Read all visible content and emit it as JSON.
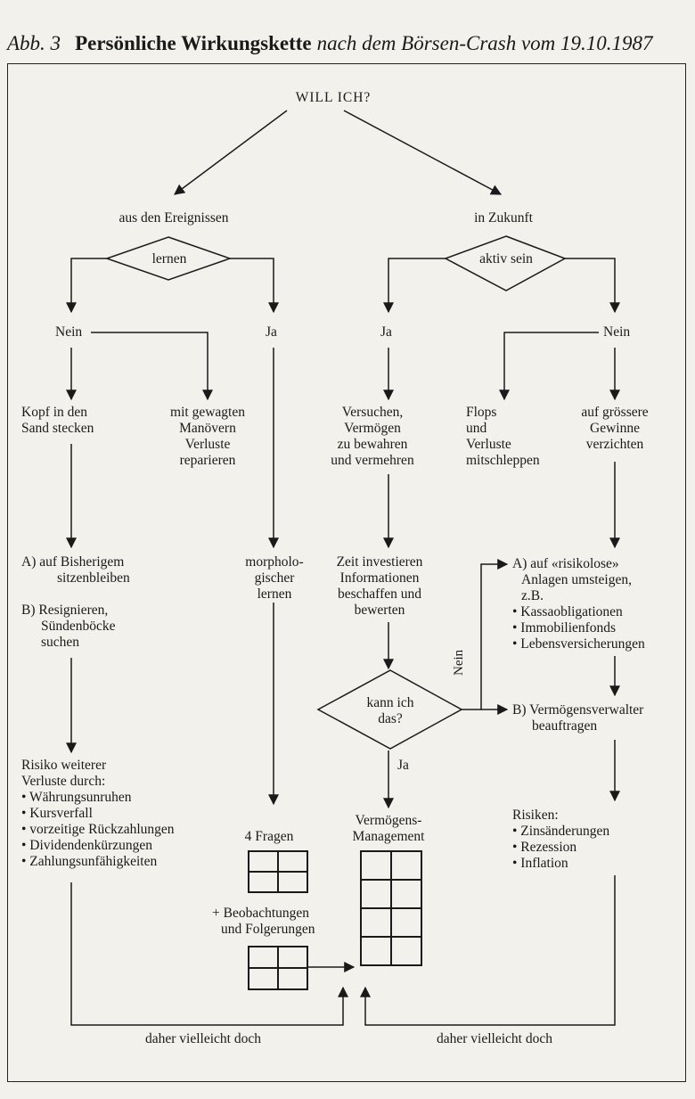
{
  "title": {
    "abb": "Abb. 3",
    "main": "Persönliche Wirkungskette",
    "sub": "nach dem Börsen-Crash vom 19.10.1987"
  },
  "nodes": {
    "will": "WILL ICH?",
    "ereignisse": "aus den Ereignissen",
    "zukunft": "in Zukunft",
    "lernen": "lernen",
    "aktiv": "aktiv sein",
    "nein_left": "Nein",
    "ja_left": "Ja",
    "ja_right": "Ja",
    "nein_right": "Nein",
    "kopf": [
      "Kopf in den",
      "Sand stecken"
    ],
    "gewagt": [
      "mit gewagten",
      "Manövern",
      "Verluste",
      "reparieren"
    ],
    "versuchen": [
      "Versuchen,",
      "Vermögen",
      "zu bewahren",
      "und vermehren"
    ],
    "flops": [
      "Flops",
      "und",
      "Verluste",
      "mitschleppen"
    ],
    "gewinne": [
      "auf grössere",
      "Gewinne",
      "verzichten"
    ],
    "a_bisher": [
      "A) auf Bisherigem",
      "sitzenbleiben"
    ],
    "b_resig": [
      "B) Resignieren,",
      "Sündenböcke",
      "suchen"
    ],
    "morpho": [
      "morpholo-",
      "gischer",
      "lernen"
    ],
    "zeit": [
      "Zeit investieren",
      "Informationen",
      "beschaffen und",
      "bewerten"
    ],
    "a_risiko": [
      "A) auf «risikolose»",
      "Anlagen umsteigen,",
      "z.B."
    ],
    "a_list": [
      "• Kassaobligationen",
      "• Immobilienfonds",
      "• Lebensversicherungen"
    ],
    "kann": [
      "kann ich",
      "das?"
    ],
    "nein_kann": "Nein",
    "ja_kann": "Ja",
    "b_verm": [
      "B) Vermögensverwalter",
      "beauftragen"
    ],
    "risiko_left": [
      "Risiko weiterer",
      "Verluste durch:"
    ],
    "risiko_list": [
      "• Währungsunruhen",
      "• Kursverfall",
      "• vorzeitige Rückzahlungen",
      "• Dividendenkürzungen",
      "• Zahlungsunfähigkeiten"
    ],
    "fragen": "4 Fragen",
    "beob": [
      "+ Beobachtungen",
      "und Folgerungen"
    ],
    "vmgmt": [
      "Vermögens-",
      "Management"
    ],
    "risiken": "Risiken:",
    "risiken_list": [
      "• Zinsänderungen",
      "• Rezession",
      "• Inflation"
    ],
    "daher_left": "daher vielleicht doch",
    "daher_right": "daher vielleicht doch"
  }
}
